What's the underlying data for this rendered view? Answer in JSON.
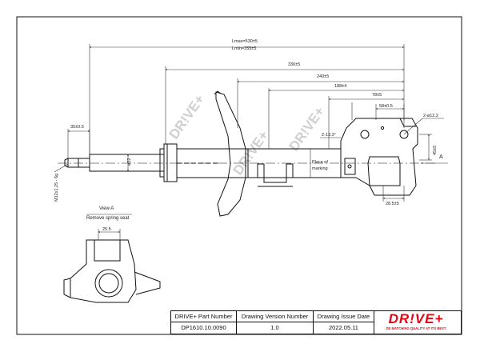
{
  "dimensions": {
    "lmax": "Lmax=530±5",
    "lmin": "Lmin=355±5",
    "d336": "336±5",
    "d240": "240±5",
    "d188": "188±4",
    "d78": "78±5",
    "d58": "58±0.5",
    "d35": "35±0.5",
    "d22": "ø22",
    "thread": "M12x1.25 - 6g",
    "hole": "2-ø12.2",
    "angle": "2-13.3°",
    "d45": "45±5",
    "d285": "28.5±5",
    "d255": "25.5",
    "place_marking": [
      "Place of",
      "marking"
    ],
    "view_label": "A"
  },
  "view_a": {
    "title": "View A",
    "note": "Remove spring seat"
  },
  "watermark": "DR!VE+",
  "title_block": {
    "headers": [
      "DRIVE+ Part Number",
      "Drawing Version  Number",
      "Drawing Issue Date"
    ],
    "values": [
      "DP1610.10.0090",
      "1.0",
      "2022.05.11"
    ],
    "logo": "DR!VE+",
    "logo_tagline": "DE MATCHING QUALITY AT ITS BEST"
  }
}
